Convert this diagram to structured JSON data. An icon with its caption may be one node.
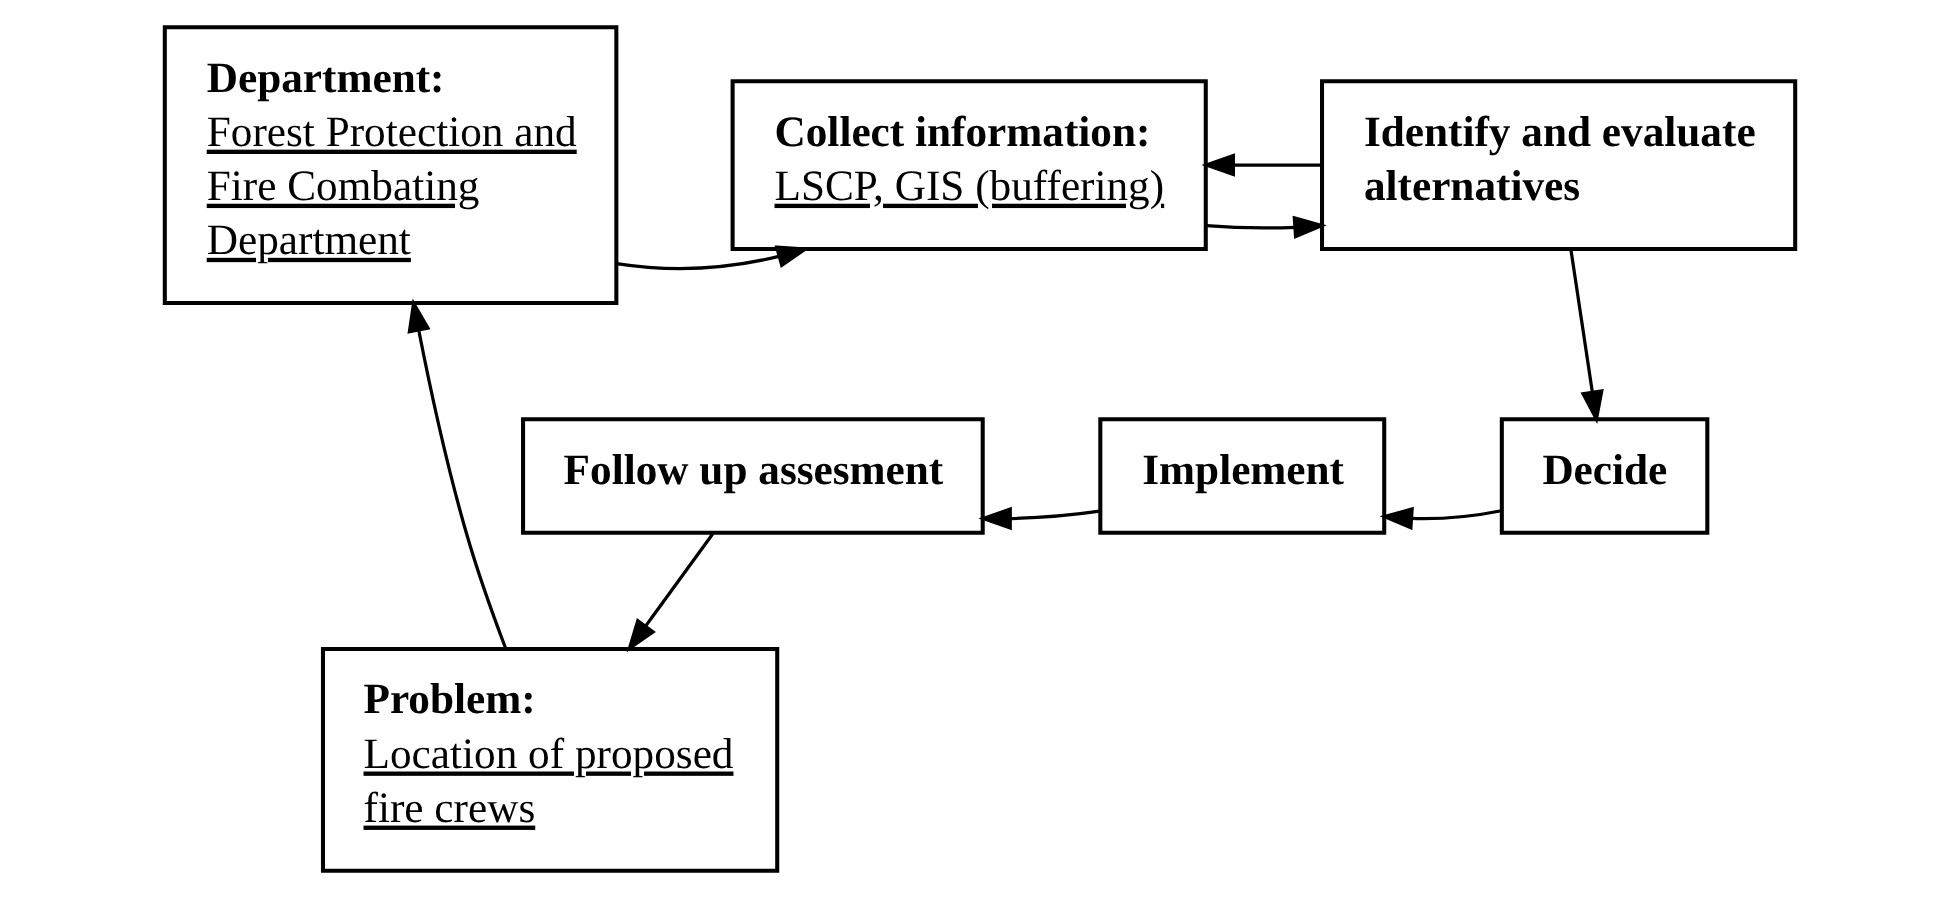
{
  "diagram": {
    "nodes": [
      {
        "text": [
          "Department:",
          "Forest Protection and Fire Combating Department"
        ]
      },
      {
        "text": [
          "Collect information:",
          "LSCP, GIS (buffering)"
        ]
      },
      {
        "text": [
          "Identify and evaluate alternatives"
        ]
      },
      {
        "text": [
          "Problem:",
          "Location of proposed fire crews"
        ]
      },
      {
        "text": [
          "Follow up assesment"
        ]
      },
      {
        "text": [
          "Implement"
        ]
      },
      {
        "text": [
          "Decide"
        ]
      }
    ],
    "edges": [
      {
        "from": 3,
        "to": 0,
        "arrow": "to"
      },
      {
        "from": 0,
        "to": 1,
        "arrow": "to"
      },
      {
        "from": 1,
        "to": 2,
        "arrow": "to"
      },
      {
        "from": 2,
        "to": 1,
        "arrow": "to"
      },
      {
        "from": 2,
        "to": 6,
        "arrow": "to"
      },
      {
        "from": 6,
        "to": 5,
        "arrow": "to"
      },
      {
        "from": 5,
        "to": 4,
        "arrow": "to"
      },
      {
        "from": 4,
        "to": 3,
        "arrow": "to"
      }
    ]
  }
}
